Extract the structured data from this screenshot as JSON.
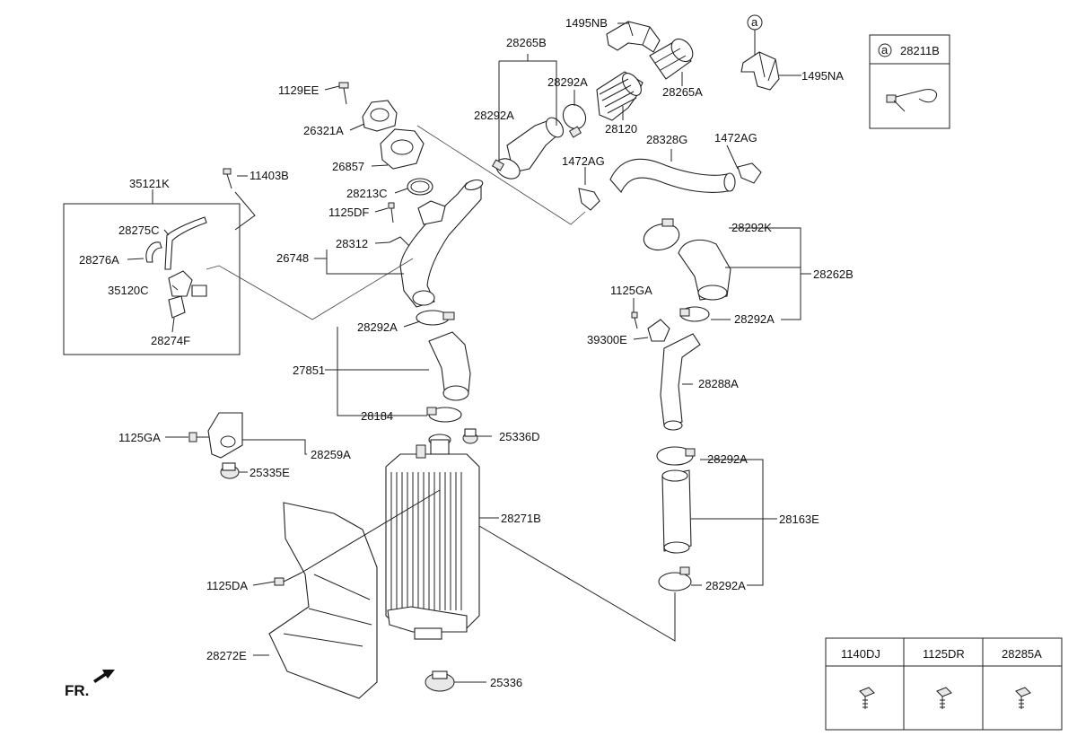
{
  "labels": {
    "p1495NB": "1495NB",
    "p28265B": "28265B",
    "p28292A_top": "28292A",
    "p28292A_left": "28292A",
    "p28120": "28120",
    "p28265A": "28265A",
    "p1495NA": "1495NA",
    "callout_a": "a",
    "p1129EE": "1129EE",
    "p26321A": "26321A",
    "p26857": "26857",
    "p11403B": "11403B",
    "p35121K": "35121K",
    "p28213C": "28213C",
    "p1125DF": "1125DF",
    "p28312": "28312",
    "p26748": "26748",
    "p28275C": "28275C",
    "p28276A": "28276A",
    "p35120C": "35120C",
    "p28274F": "28274F",
    "p28328G": "28328G",
    "p1472AG_a": "1472AG",
    "p1472AG_b": "1472AG",
    "p28292K": "28292K",
    "p28262B": "28262B",
    "p1125GA_right": "1125GA",
    "p28292A_r1": "28292A",
    "p39300E": "39300E",
    "p28288A": "28288A",
    "p28292A_mid": "28292A",
    "p27851": "27851",
    "p28184": "28184",
    "p25336D": "25336D",
    "p1125GA_left": "1125GA",
    "p28259A": "28259A",
    "p25335E": "25335E",
    "p28292A_r2": "28292A",
    "p28271B": "28271B",
    "p28163E": "28163E",
    "p28292A_r3": "28292A",
    "p1125DA": "1125DA",
    "p28272E": "28272E",
    "p25336": "25336",
    "fr": "FR."
  },
  "inset": {
    "marker": "a",
    "code": "28211B"
  },
  "fastener_table": {
    "headers": [
      "1140DJ",
      "1125DR",
      "28285A"
    ]
  }
}
